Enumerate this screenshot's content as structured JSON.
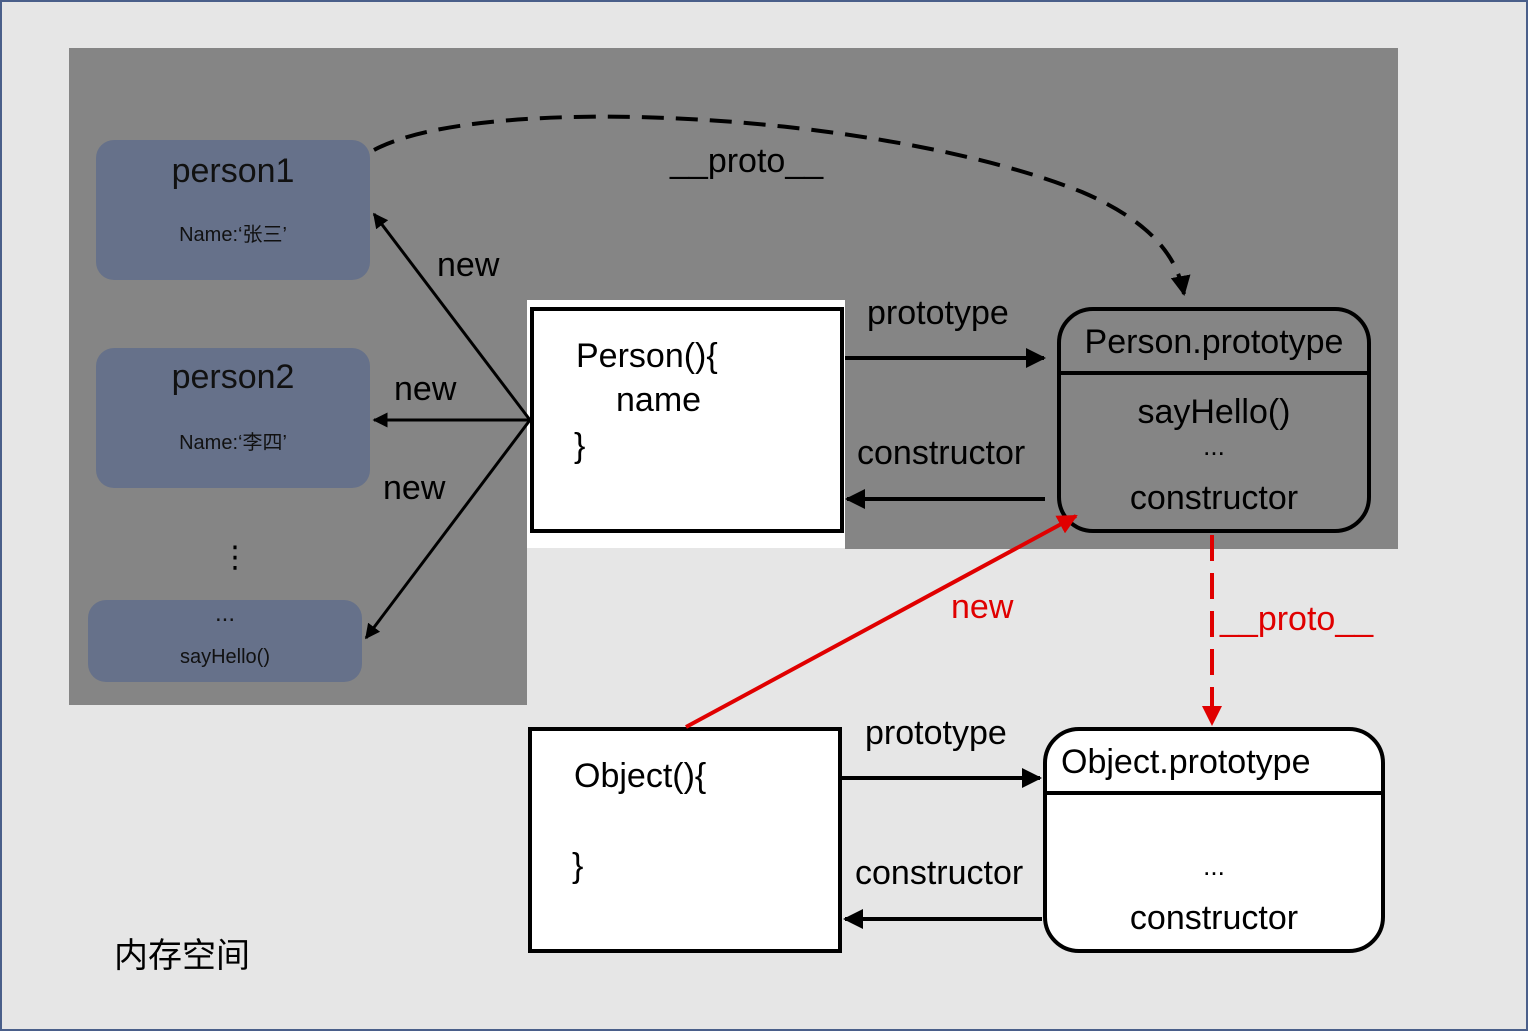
{
  "diagram": {
    "memory_label": "内存空间",
    "instances": [
      {
        "title": "person1",
        "field": "Name:‘张三’"
      },
      {
        "title": "person2",
        "field": "Name:‘李四’"
      }
    ],
    "vertical_ellipsis": "⋮",
    "generic_instance": {
      "ellipsis": "...",
      "method": "sayHello()"
    },
    "person_constructor": {
      "line1": "Person(){",
      "line2": "name",
      "line3": "}"
    },
    "object_constructor": {
      "line1": "Object(){",
      "line2": "}"
    },
    "person_prototype": {
      "title": "Person.prototype",
      "method": "sayHello()",
      "ellipsis": "...",
      "constructor": "constructor"
    },
    "object_prototype": {
      "title": "Object.prototype",
      "ellipsis": "...",
      "constructor": "constructor"
    },
    "labels": {
      "proto_top": "__proto__",
      "new1": "new",
      "new2": "new",
      "new3": "new",
      "prototype_person": "prototype",
      "constructor_person": "constructor",
      "new_red": "new",
      "proto_red": "__proto__",
      "prototype_object": "prototype",
      "constructor_object": "constructor"
    },
    "colors": {
      "background": "#e6e6e6",
      "memory": "#858585",
      "instance": "#66718a",
      "red": "#e00000"
    }
  }
}
